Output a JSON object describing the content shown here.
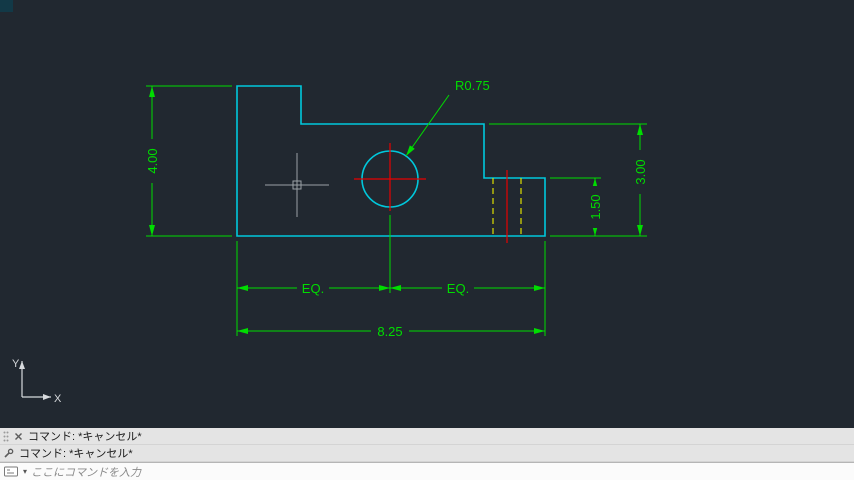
{
  "canvas": {
    "background": "#212830",
    "colors": {
      "outline_cyan": "#00c8dc",
      "dimension_green": "#00dd00",
      "center_red": "#e80000",
      "hidden_yellow": "#dede00",
      "crosshair_gray": "#9ba1a6",
      "ucs_white": "#d7dadd"
    },
    "dimensions": {
      "left_height": "4.00",
      "right_height": "3.00",
      "step_height": "1.50",
      "eq_left": "EQ.",
      "eq_right": "EQ.",
      "overall_width": "8.25",
      "hole_radius": "R0.75"
    },
    "ucs": {
      "x": "X",
      "y": "Y"
    }
  },
  "command_dock": {
    "history": [
      {
        "text": "コマンド: *キャンセル*"
      },
      {
        "text": "コマンド: *キャンセル*"
      }
    ],
    "input_placeholder": "ここにコマンドを入力",
    "icons": {
      "dropdown_arrow": "▾"
    }
  }
}
